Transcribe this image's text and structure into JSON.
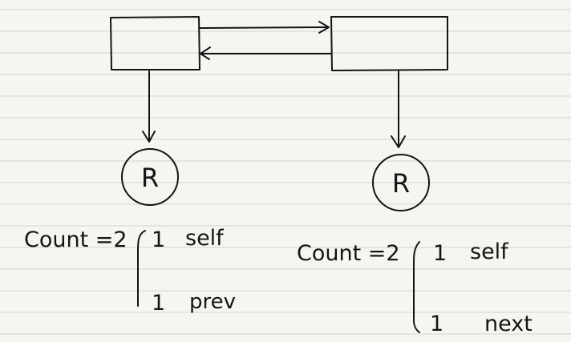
{
  "left_object": {
    "resource_label": "R",
    "count_label": "Count =2",
    "refs": [
      {
        "count": "1",
        "name": "self"
      },
      {
        "count": "1",
        "name": "prev"
      }
    ]
  },
  "right_object": {
    "resource_label": "R",
    "count_label": "Count =2",
    "refs": [
      {
        "count": "1",
        "name": "self"
      },
      {
        "count": "1",
        "name": "next"
      }
    ]
  }
}
